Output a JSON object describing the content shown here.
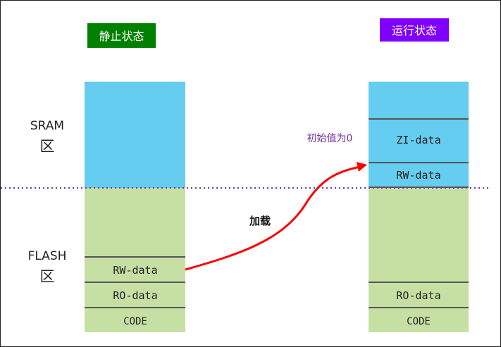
{
  "static_state": {
    "title": "静止状态",
    "sram_label": "SRAM",
    "flash_label": "FLASH",
    "region_suffix": "区",
    "segments": {
      "rw": "RW-data",
      "ro": "RO-data",
      "code": "CODE"
    }
  },
  "runtime_state": {
    "title": "运行状态",
    "segments": {
      "zi": "ZI-data",
      "rw": "RW-data",
      "ro": "RO-data",
      "code": "CODE"
    },
    "zi_init_note": "初始值为0"
  },
  "arrow_label": "加载",
  "colors": {
    "sram": "#64cdf0",
    "flash": "#c6e0a4",
    "divider": "#7a2fa8",
    "arrow": "#ff0000",
    "static_badge": "#008000",
    "runtime_badge": "#7f00ff",
    "badge_text": "#ffffff",
    "note": "#7030a0"
  }
}
